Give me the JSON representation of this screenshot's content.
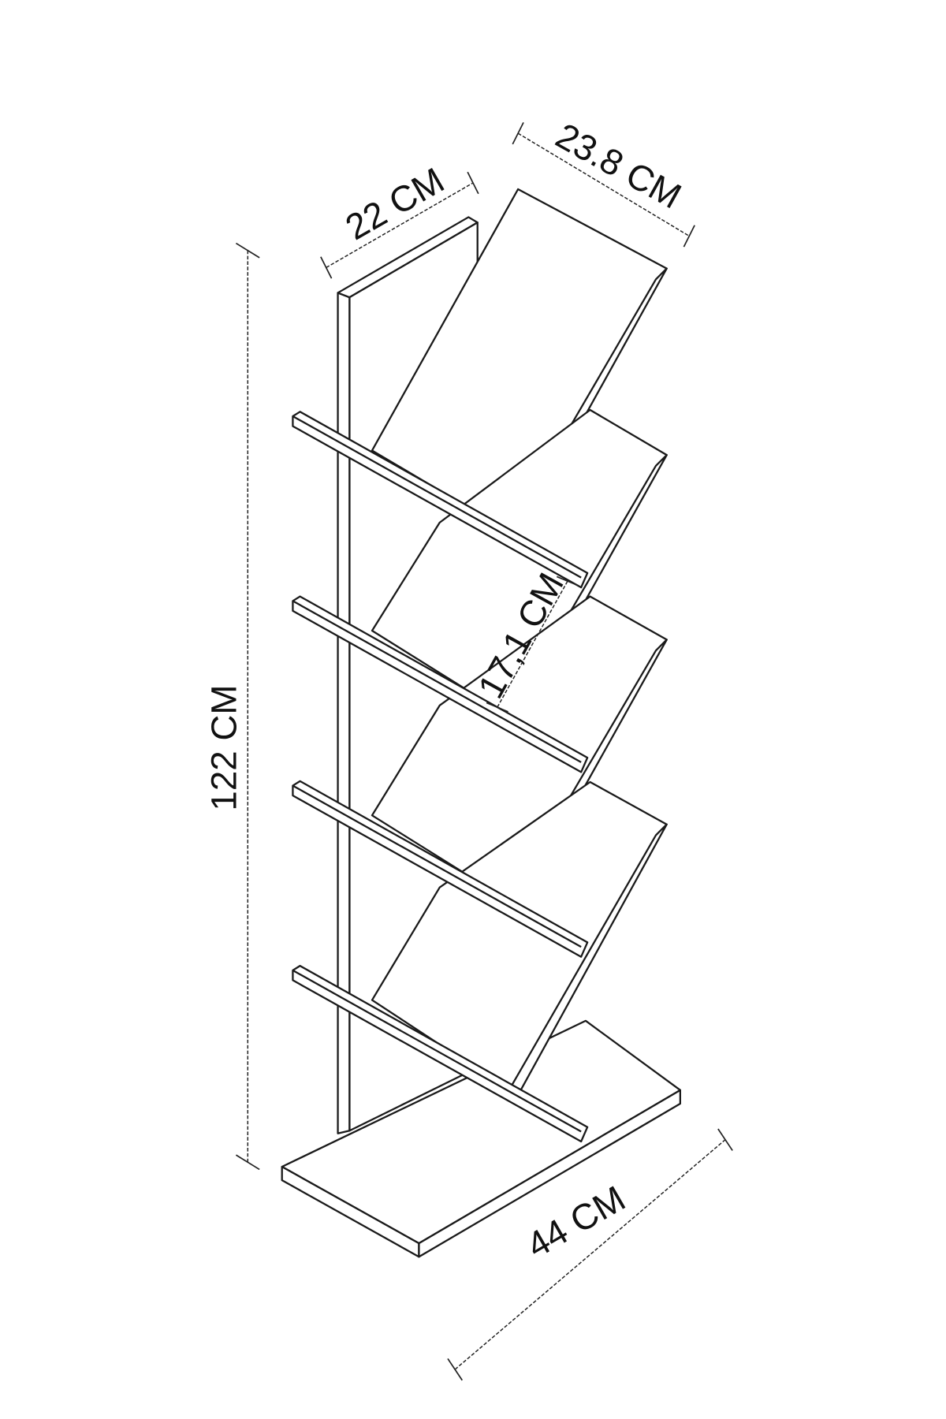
{
  "dimensions": {
    "height": "122 CM",
    "side_depth": "22 CM",
    "board_width": "23.8 CM",
    "shelf_gap": "17,1 CM",
    "base_length": "44 CM"
  }
}
